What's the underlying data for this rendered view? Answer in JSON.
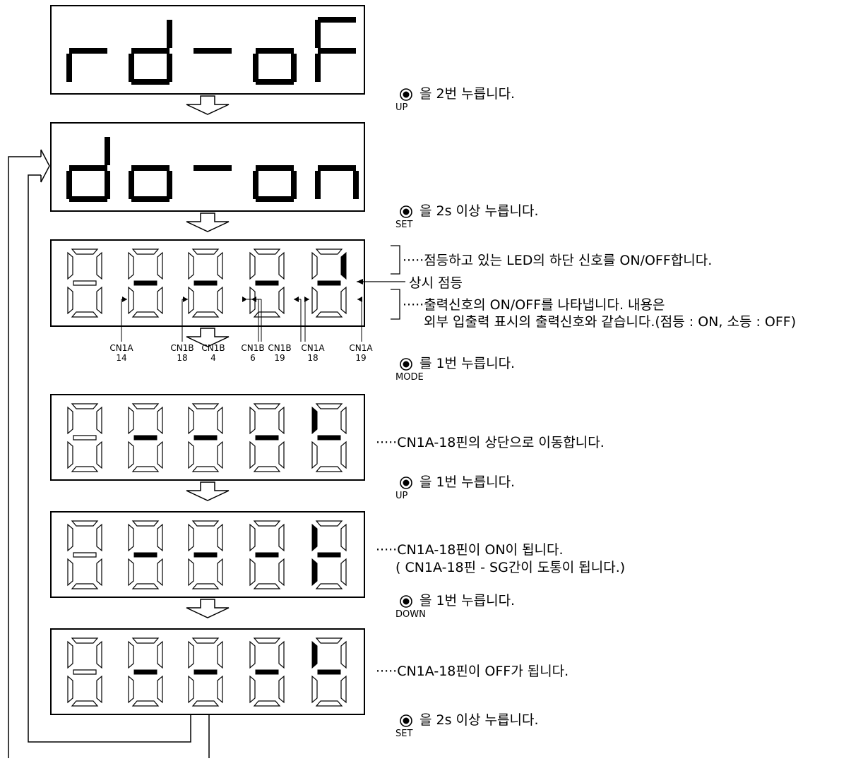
{
  "displays": [
    {
      "characters": [
        "r",
        "d",
        "-",
        "o",
        "F"
      ]
    },
    {
      "characters": [
        "d",
        "o",
        "-",
        "o",
        "n"
      ]
    },
    {
      "note": "signal display, all top segments off except digit 5 upper-right; middle bars lit on digits 2-5"
    },
    {},
    {},
    {}
  ],
  "steps": [
    {
      "button": "UP",
      "text": "을 2번 누릅니다."
    },
    {
      "button": "SET",
      "text": "을 2s 이상 누릅니다."
    },
    {
      "button": "MODE",
      "text": "를 1번 누릅니다."
    },
    {
      "button": "UP",
      "text": "을 1번 누릅니다."
    },
    {
      "button": "DOWN",
      "text": "을 1번 누릅니다."
    },
    {
      "button": "SET",
      "text": "을 2s 이상 누릅니다."
    }
  ],
  "annotations": {
    "upper_row": "·····점등하고 있는  LED의 하단 신호를 ON/OFF합니다.",
    "always_on": "상시 점등",
    "lower_row_1": "·····출력신호의 ON/OFF를 나타냅니다. 내용은",
    "lower_row_2": "외부 입출력 표시의 출력신호와 같습니다.(점등 : ON, 소등 : OFF)",
    "move_top": "·····CN1A-18핀의 상단으로 이동합니다.",
    "on_1": "·····CN1A-18핀이 ON이 됩니다.",
    "on_2": "( CN1A-18핀 - SG간이 도통이 됩니다.)",
    "off": "·····CN1A-18핀이 OFF가 됩니다."
  },
  "pin_labels": [
    {
      "connector": "CN1A",
      "pin": "14"
    },
    {
      "connector": "CN1B",
      "pin": "18"
    },
    {
      "connector": "CN1B",
      "pin": "4"
    },
    {
      "connector": "CN1B",
      "pin": "6"
    },
    {
      "connector": "CN1B",
      "pin": "19"
    },
    {
      "connector": "CN1A",
      "pin": "18"
    },
    {
      "connector": "CN1A",
      "pin": "19"
    }
  ],
  "colors": {
    "ink": "#000000",
    "background": "#ffffff"
  }
}
